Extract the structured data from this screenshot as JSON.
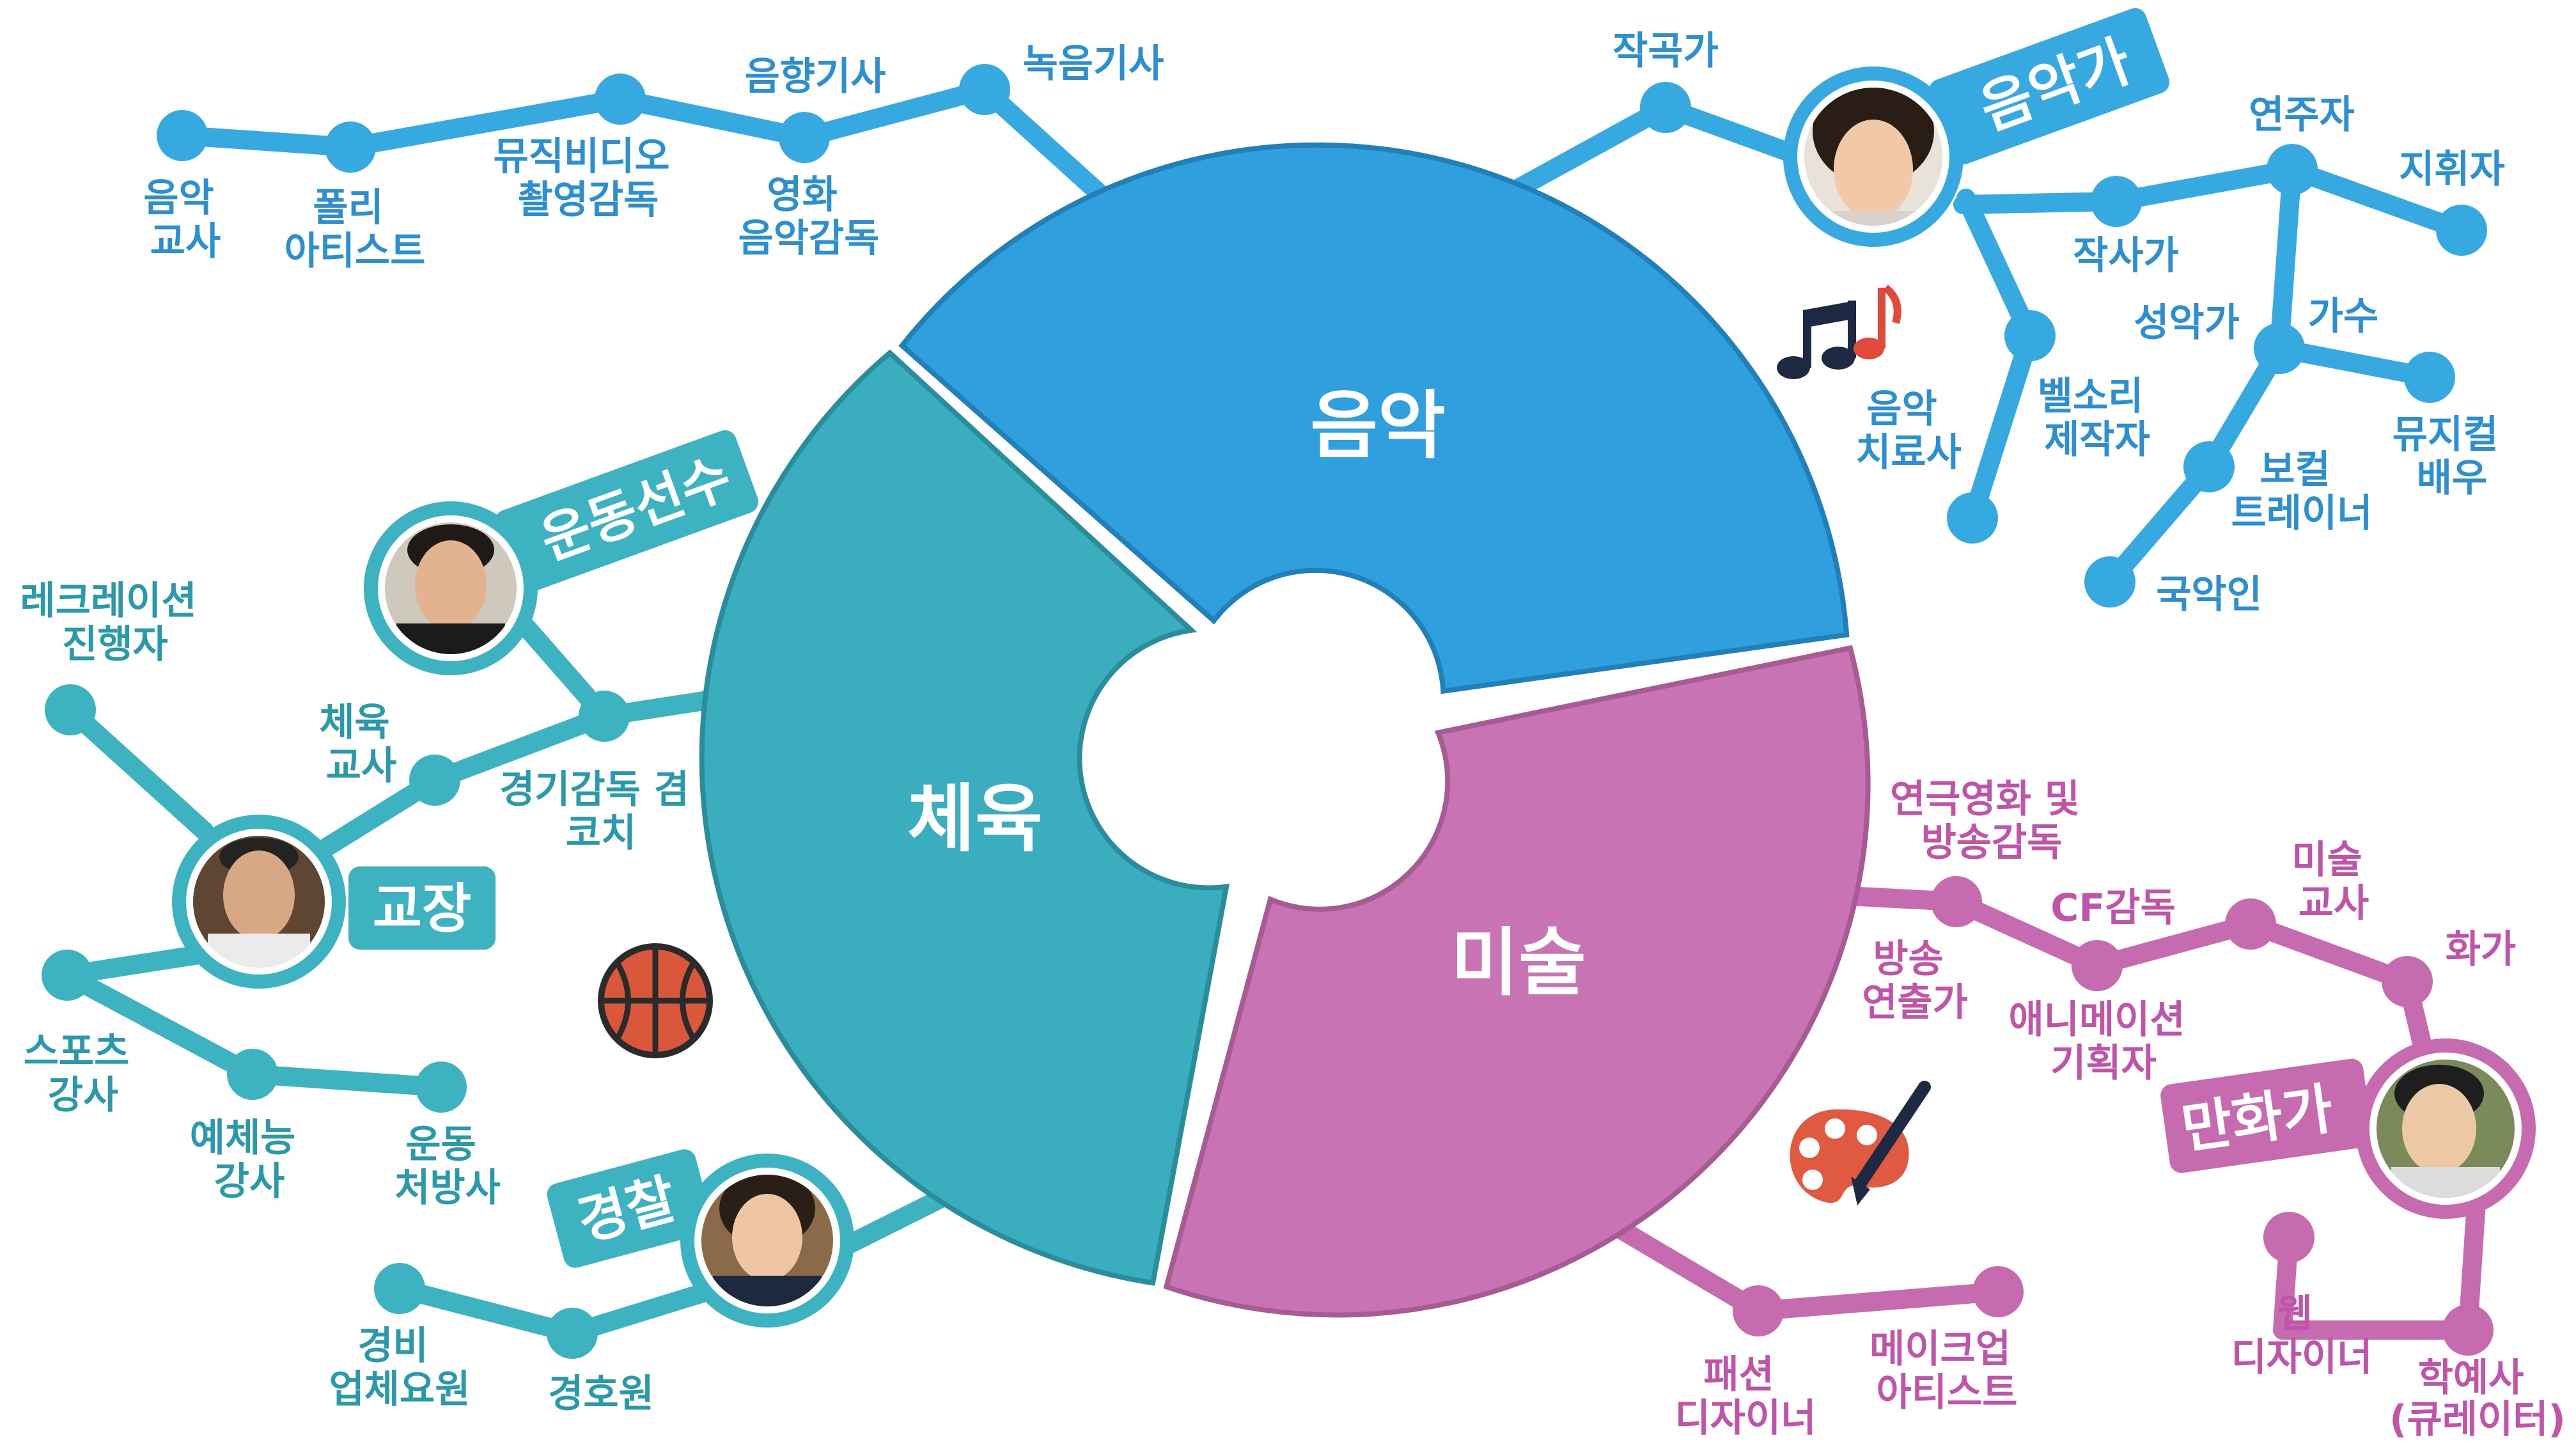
{
  "colors": {
    "music": "#2f9fdd",
    "music_line": "#35a9e0",
    "music_text": "#2b8fd0",
    "sport": "#3aaebf",
    "sport_line": "#3db3c2",
    "sport_text": "#2a9aab",
    "art": "#c874b4",
    "art_line": "#c66bb0",
    "art_text": "#c054a8"
  },
  "segments": {
    "music": "음악",
    "sport": "체육",
    "art": "미술"
  },
  "tags": {
    "musician": "음악가",
    "athlete": "운동선수",
    "principal": "교장",
    "police": "경찰",
    "cartoonist": "만화가"
  },
  "icons": [
    "music-notes-icon",
    "basketball-icon",
    "paint-palette-icon"
  ],
  "labels": {
    "music_teacher": [
      "음악",
      "교사"
    ],
    "foley_artist": [
      "폴리",
      "아티스트"
    ],
    "music_video_director": [
      "뮤직비디오",
      "촬영감독"
    ],
    "sound_engineer": "음향기사",
    "film_music_director": [
      "영화",
      "음악감독"
    ],
    "recording_engineer": "녹음기사",
    "composer": "작곡가",
    "performer": "연주자",
    "conductor": "지휘자",
    "lyricist": "작사가",
    "vocalist": "성악가",
    "singer": "가수",
    "music_therapist": [
      "음악",
      "치료사"
    ],
    "bell_maker": [
      "벨소리",
      "제작자"
    ],
    "musical_actor": [
      "뮤지컬",
      "배우"
    ],
    "vocal_trainer": [
      "보컬",
      "트레이너"
    ],
    "korean_musician": "국악인",
    "recreation_leader": [
      "레크레이션",
      "진행자"
    ],
    "pe_teacher": [
      "체육",
      "교사"
    ],
    "coach": [
      "경기감독 겸",
      "코치"
    ],
    "sports_instructor": [
      "스포츠",
      "강사"
    ],
    "arts_instructor": [
      "예체능",
      "강사"
    ],
    "exercise_prescriber": [
      "운동",
      "처방사"
    ],
    "security_guard": [
      "경비",
      "업체요원"
    ],
    "bodyguard": "경호원",
    "stage_director": [
      "연극영화 및",
      "방송감독"
    ],
    "cf_director": "CF감독",
    "art_teacher": [
      "미술",
      "교사"
    ],
    "broadcast_producer": [
      "방송",
      "연출가"
    ],
    "animation_planner": [
      "애니메이션",
      "기획자"
    ],
    "painter": "화가",
    "fashion_designer": [
      "패션",
      "디자이너"
    ],
    "makeup_artist": [
      "메이크업",
      "아티스트"
    ],
    "web_designer": [
      "웹",
      "디자이너"
    ],
    "curator": [
      "학예사",
      "(큐레이터)"
    ]
  }
}
